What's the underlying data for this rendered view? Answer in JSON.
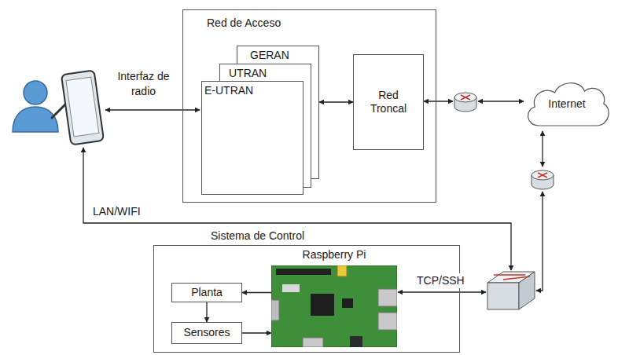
{
  "diagram": {
    "nodes": [
      {
        "text": [
          "Red de Acceso"
        ]
      },
      {
        "text": [
          "GERAN"
        ],
        "in": 0
      },
      {
        "text": [
          "UTRAN"
        ],
        "in": 0
      },
      {
        "text": [
          "E-UTRAN"
        ],
        "in": 0
      },
      {
        "text": [
          "Red Troncal"
        ],
        "in": 0
      },
      {
        "text": [
          "Internet"
        ]
      },
      {
        "text": [
          "Sistema de Control"
        ]
      },
      {
        "text": [
          "Raspberry Pi"
        ],
        "in": 6
      },
      {
        "text": [
          "Planta"
        ],
        "in": 6
      },
      {
        "text": [
          "Sensores"
        ],
        "in": 6
      }
    ],
    "edges": [
      {
        "from": 1,
        "to": 4,
        "arrow": "both"
      },
      {
        "from": 7,
        "to": 8,
        "arrow": "to"
      },
      {
        "from": 8,
        "to": 9,
        "arrow": "to"
      },
      {
        "from": 9,
        "to": 7,
        "arrow": "to"
      }
    ],
    "labels": [
      "Interfaz de radio",
      "LAN/WIFI",
      "TCP/SSH"
    ]
  }
}
